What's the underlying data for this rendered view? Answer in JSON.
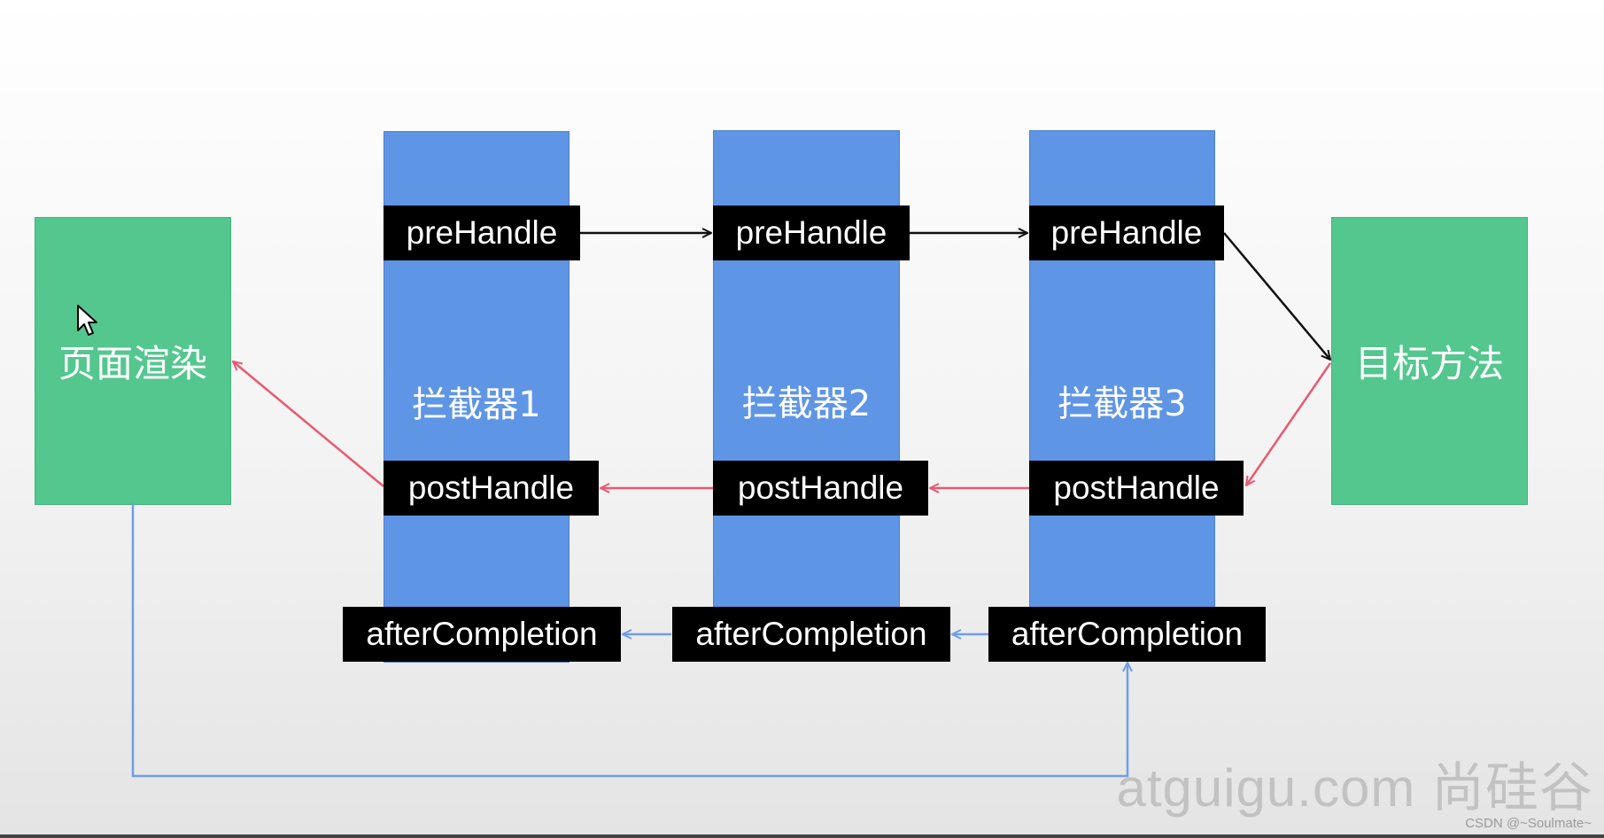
{
  "render_node": {
    "label": "页面渲染"
  },
  "target_node": {
    "label": "目标方法"
  },
  "interceptors": [
    {
      "label": "拦截器1",
      "pre": "preHandle",
      "post": "postHandle",
      "after": "afterCompletion"
    },
    {
      "label": "拦截器2",
      "pre": "preHandle",
      "post": "postHandle",
      "after": "afterCompletion"
    },
    {
      "label": "拦截器3",
      "pre": "preHandle",
      "post": "postHandle",
      "after": "afterCompletion"
    }
  ],
  "colors": {
    "green": "#54c78f",
    "blue": "#5f95e5",
    "pre_arrow": "#111111",
    "post_arrow": "#e85a70",
    "after_arrow": "#6f9de6"
  },
  "watermark": {
    "text": "atguigu.com 尚硅谷",
    "credit": "CSDN @~Soulmate~"
  }
}
